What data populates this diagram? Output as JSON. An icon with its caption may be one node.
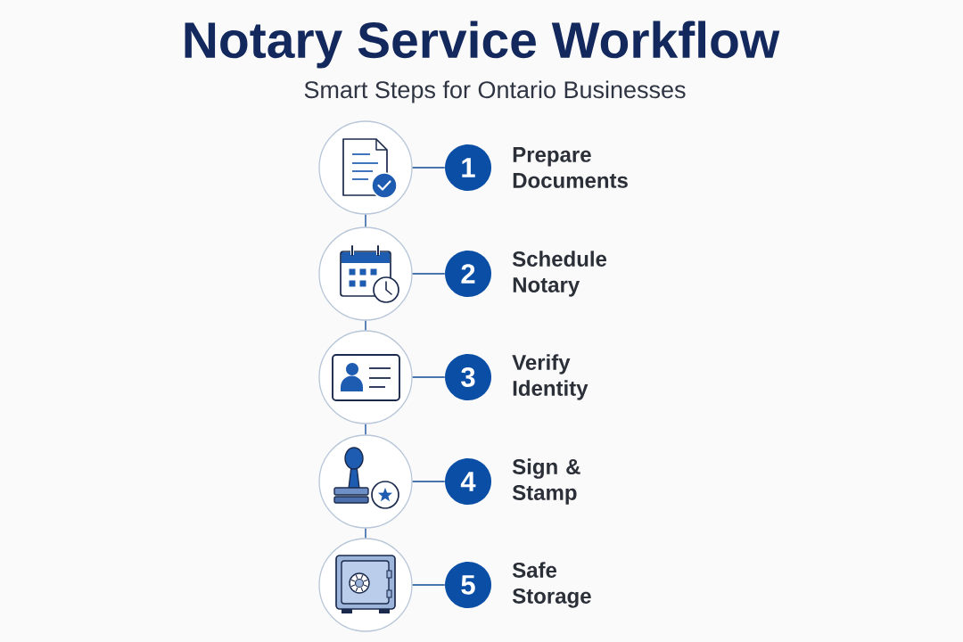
{
  "diagram": {
    "title": "Notary Service Workflow",
    "nodes": [
      {
        "text": [],
        "shape": "circle"
      },
      {
        "text": [
          "1"
        ],
        "beside": [
          "Prepare Documents"
        ]
      },
      {
        "text": [],
        "shape": "circle"
      },
      {
        "text": [
          "2"
        ],
        "beside": [
          "Schedule Notary"
        ]
      },
      {
        "text": [],
        "shape": "circle"
      },
      {
        "text": [
          "3"
        ],
        "beside": [
          "Verify Identity"
        ]
      },
      {
        "text": [],
        "shape": "circle"
      },
      {
        "text": [
          "4"
        ],
        "beside": [
          "Sign & Stamp"
        ]
      },
      {
        "text": [],
        "shape": "circle"
      },
      {
        "text": [
          "5"
        ],
        "beside": [
          "Safe Storage"
        ]
      }
    ],
    "edges": [
      {
        "from": 0,
        "to": 1,
        "arrow": "none"
      },
      {
        "from": 0,
        "to": 2,
        "arrow": "none"
      },
      {
        "from": 2,
        "to": 3,
        "arrow": "none"
      },
      {
        "from": 2,
        "to": 4,
        "arrow": "none"
      },
      {
        "from": 4,
        "to": 5,
        "arrow": "none"
      },
      {
        "from": 4,
        "to": 6,
        "arrow": "none"
      },
      {
        "from": 6,
        "to": 7,
        "arrow": "none"
      },
      {
        "from": 6,
        "to": 8,
        "arrow": "none"
      },
      {
        "from": 8,
        "to": 9,
        "arrow": "none"
      }
    ],
    "labels": [
      "Smart Steps for Ontario Businesses"
    ]
  }
}
